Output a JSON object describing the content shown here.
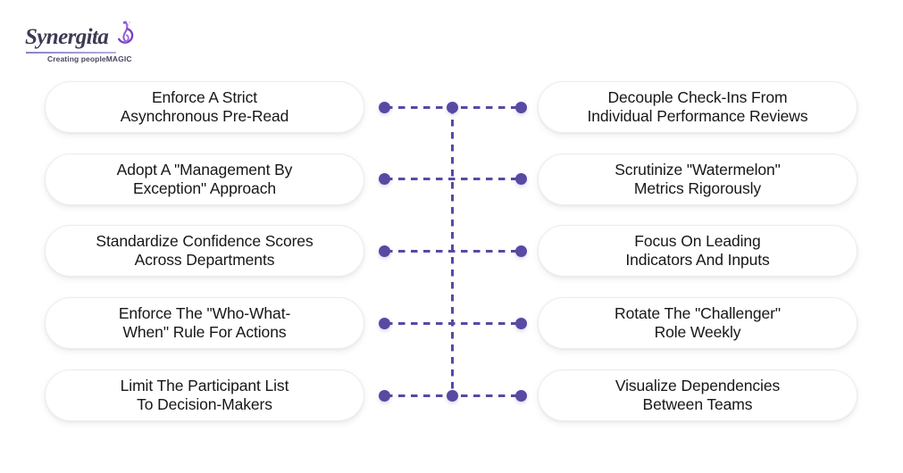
{
  "brand": {
    "name": "Synergita",
    "tagline": "Creating peopleMAGIC",
    "logo_icon": "synergita-swirl-icon",
    "accent_color": "#564aa3",
    "wordmark_color": "#3c3a53"
  },
  "theme": {
    "background": "#ffffff",
    "card_background": "#ffffff",
    "card_border": "#ececef",
    "text_color": "#17171a",
    "connector_color": "#564aa3"
  },
  "diagram": {
    "type": "two-column-connected-list",
    "rows": 5,
    "columns": 2,
    "connector_style": "dashed",
    "center_dots_visible_rows": [
      1,
      5
    ],
    "rows_data": [
      {
        "left": "Enforce A Strict\nAsynchronous Pre-Read",
        "right": "Decouple Check-Ins From\nIndividual Performance Reviews"
      },
      {
        "left": "Adopt A \"Management By\nException\" Approach",
        "right": "Scrutinize \"Watermelon\"\nMetrics Rigorously"
      },
      {
        "left": "Standardize Confidence Scores\nAcross Departments",
        "right": "Focus On Leading\nIndicators And Inputs"
      },
      {
        "left": "Enforce The \"Who-What-\nWhen\" Rule For Actions",
        "right": "Rotate The \"Challenger\"\nRole Weekly"
      },
      {
        "left": "Limit The Participant List\nTo Decision-Makers",
        "right": "Visualize Dependencies\nBetween Teams"
      }
    ]
  }
}
